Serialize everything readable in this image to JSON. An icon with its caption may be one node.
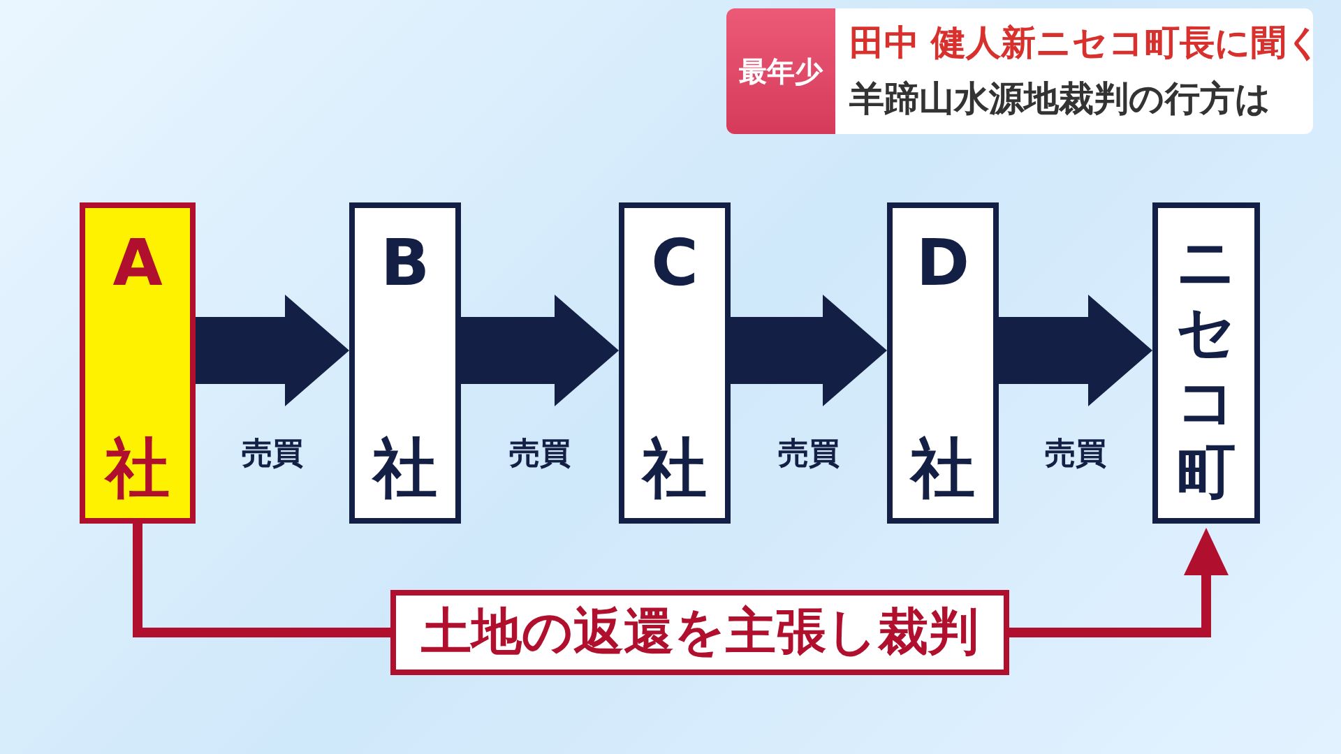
{
  "diagram": {
    "nodes": [
      {
        "text": [
          "A",
          "社"
        ]
      },
      {
        "text": [
          "B",
          "社"
        ]
      },
      {
        "text": [
          "C",
          "社"
        ]
      },
      {
        "text": [
          "D",
          "社"
        ]
      },
      {
        "text": [
          "ニセコ町"
        ]
      }
    ],
    "edges": [
      {
        "from": 0,
        "to": 1,
        "arrow": "to",
        "label": "売買"
      },
      {
        "from": 1,
        "to": 2,
        "arrow": "to",
        "label": "売買"
      },
      {
        "from": 2,
        "to": 3,
        "arrow": "to",
        "label": "売買"
      },
      {
        "from": 3,
        "to": 4,
        "arrow": "to",
        "label": "売買"
      },
      {
        "from": 0,
        "to": 4,
        "arrow": "to",
        "label": "土地の返還を主張し裁判",
        "color": "#b0102e"
      }
    ],
    "labels": [
      "最年少",
      "田中 健人新ニセコ町長に聞く",
      "羊蹄山水源地裁判の行方は"
    ]
  }
}
